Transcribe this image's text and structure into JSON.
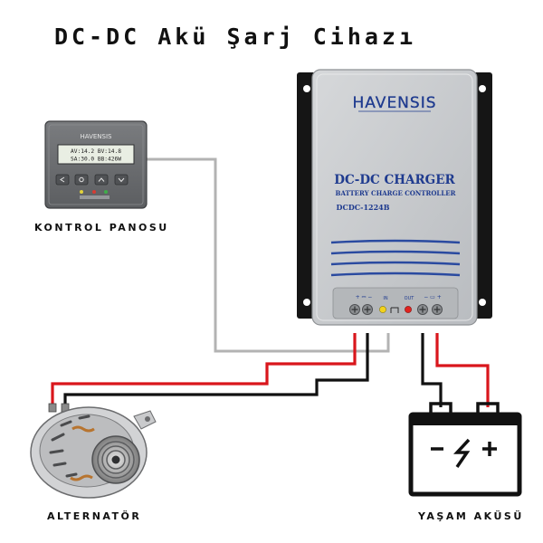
{
  "title": "DC-DC Akü Şarj Cihazı",
  "labels": {
    "control_panel": "KONTROL PANOSU",
    "alternator": "ALTERNATÖR",
    "house_battery": "YAŞAM AKÜSÜ"
  },
  "charger": {
    "brand": "HAVENSIS",
    "heading": "DC-DC CHARGER",
    "subheading": "BATTERY CHARGE CONTROLLER",
    "model": "DCDC-1224B",
    "in_label": "IN",
    "out_label": "OUT"
  },
  "panel": {
    "brand": "HAVENSIS",
    "display_line1": "AV:14.2  BV:14.8",
    "display_line2": "SA:30.0  BB:426W"
  },
  "colors": {
    "positive_wire": "#d9161c",
    "negative_wire": "#111111",
    "signal_wire": "#b3b3b3",
    "charger_body": "#c9cccf",
    "charger_text": "#1f3b8f",
    "panel_body": "#6e7073"
  },
  "icons": [
    "battery-icon",
    "alternator-icon",
    "led-indicator-icon"
  ]
}
